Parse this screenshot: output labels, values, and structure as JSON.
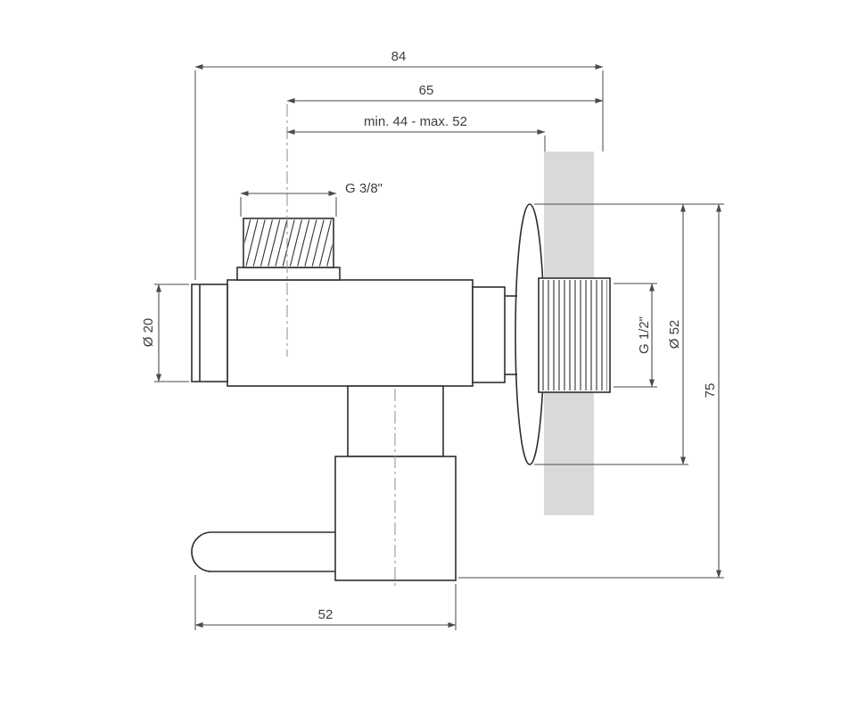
{
  "drawing": {
    "name": "Angle valve technical drawing with mounting dimensions",
    "labels": {
      "dim_overall": "84",
      "dim_to_axis": "65",
      "dim_wall_range": "min. 44 - max. 52",
      "thread_top": "G 3/8\"",
      "dim_inlet": "Ø 20",
      "thread_wall": "G 1/2\"",
      "dim_rosette": "Ø 52",
      "dim_height": "75",
      "dim_bottom": "52"
    },
    "colors": {
      "wall_fill": "#d9d9d9",
      "outline": "#2e2e2e",
      "dimension": "#4a4a4a",
      "background": "#ffffff"
    }
  }
}
